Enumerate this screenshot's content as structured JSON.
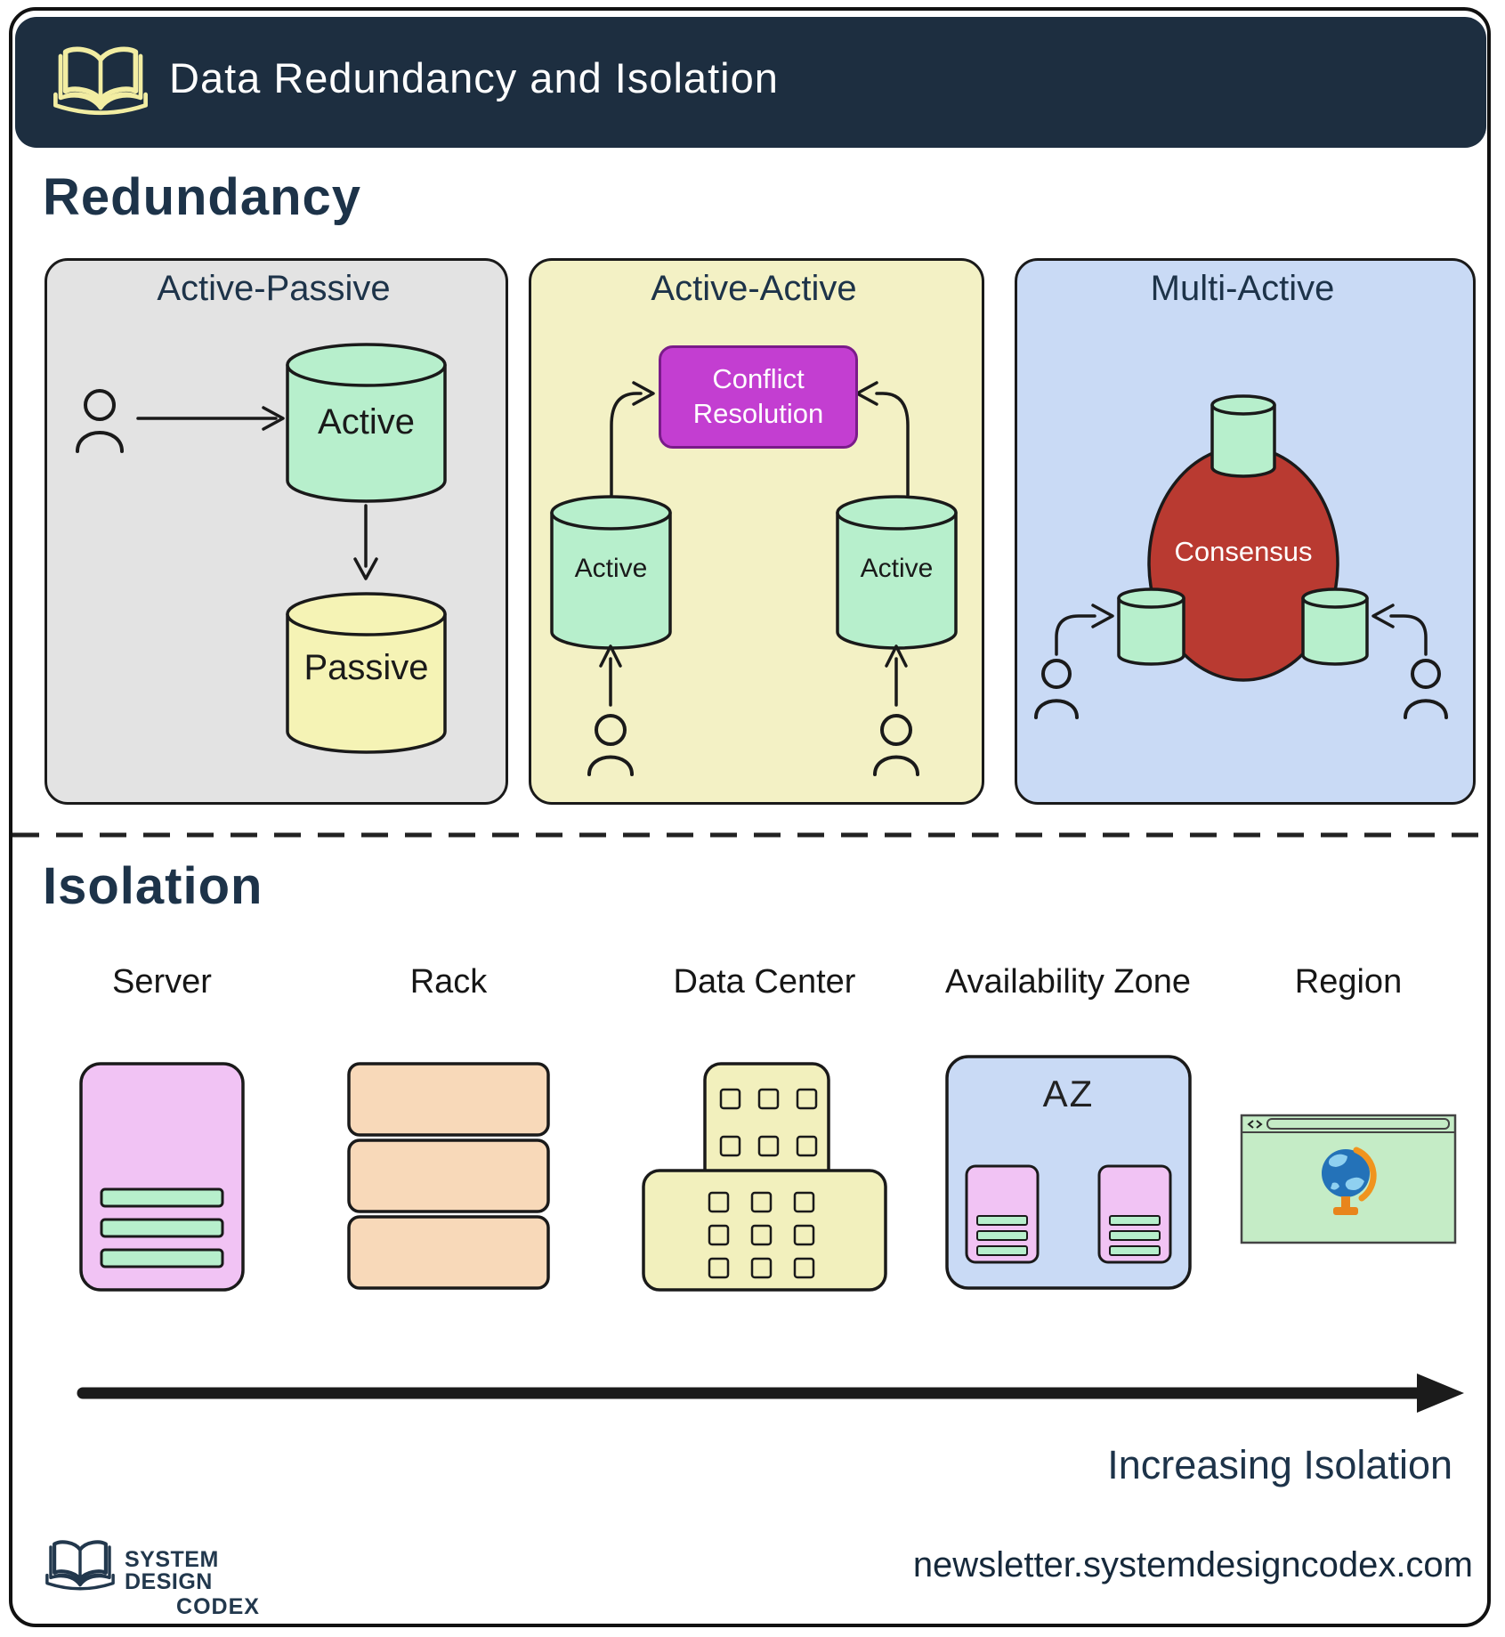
{
  "header": {
    "title": "Data Redundancy and Isolation"
  },
  "redundancy": {
    "heading": "Redundancy",
    "panels": {
      "active_passive": {
        "title": "Active-Passive",
        "active_label": "Active",
        "passive_label": "Passive"
      },
      "active_active": {
        "title": "Active-Active",
        "conflict_line1": "Conflict",
        "conflict_line2": "Resolution",
        "left_db_label": "Active",
        "right_db_label": "Active"
      },
      "multi_active": {
        "title": "Multi-Active",
        "consensus_label": "Consensus"
      }
    }
  },
  "isolation": {
    "heading": "Isolation",
    "levels": [
      {
        "label": "Server"
      },
      {
        "label": "Rack"
      },
      {
        "label": "Data Center"
      },
      {
        "label": "Availability Zone",
        "badge": "AZ"
      },
      {
        "label": "Region"
      }
    ],
    "axis_label": "Increasing Isolation"
  },
  "footer": {
    "brand_line1": "SYSTEM DESIGN",
    "brand_line2": "CODEX",
    "url": "newsletter.systemdesigncodex.com"
  },
  "colors": {
    "header_bg": "#1d2e40",
    "heading_text": "#1d3349",
    "panel_gray": "#e3e3e3",
    "panel_yellow": "#f3f1c5",
    "panel_blue": "#c9daf5",
    "db_green": "#b7efcc",
    "db_yellow": "#f5f3b5",
    "conflict_magenta": "#c33ed1",
    "consensus_red": "#b93a31",
    "server_pink": "#f1c3f4",
    "rack_peach": "#f8d9b9",
    "datacenter_yellow": "#f2f0bd",
    "az_blue": "#c9daf5",
    "region_green": "#c5ecc6",
    "globe_blue": "#2472b8",
    "globe_orange": "#f0941e"
  }
}
